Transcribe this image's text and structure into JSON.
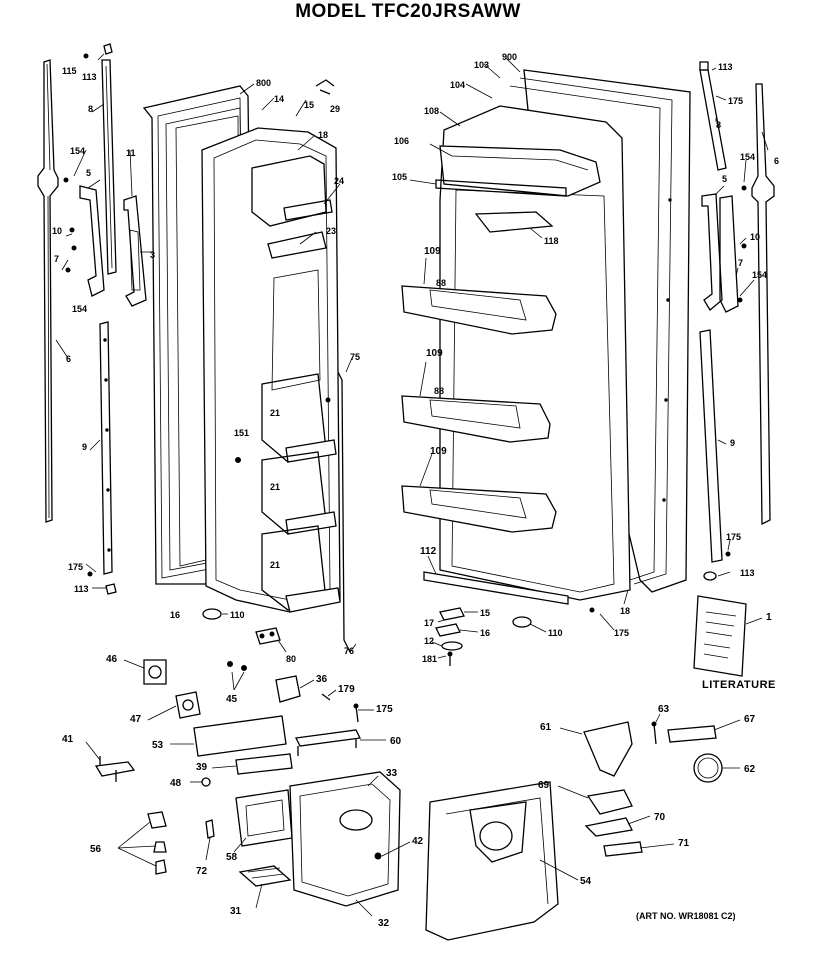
{
  "diagram": {
    "title": "MODEL TFC20JRSAWW",
    "art_number": "(ART NO. WR18081 C2)",
    "literature_label": "LITERATURE",
    "callouts": [
      {
        "id": "c-115-l",
        "text": "115"
      },
      {
        "id": "c-113-l",
        "text": "113"
      },
      {
        "id": "c-8-l",
        "text": "8"
      },
      {
        "id": "c-154-l1",
        "text": "154"
      },
      {
        "id": "c-5-l",
        "text": "5"
      },
      {
        "id": "c-11",
        "text": "11"
      },
      {
        "id": "c-10-l",
        "text": "10"
      },
      {
        "id": "c-3",
        "text": "3"
      },
      {
        "id": "c-7-l",
        "text": "7"
      },
      {
        "id": "c-154-l2",
        "text": "154"
      },
      {
        "id": "c-6-l",
        "text": "6"
      },
      {
        "id": "c-9-l",
        "text": "9"
      },
      {
        "id": "c-175-l",
        "text": "175"
      },
      {
        "id": "c-113-l2",
        "text": "113"
      },
      {
        "id": "c-800",
        "text": "800"
      },
      {
        "id": "c-14",
        "text": "14"
      },
      {
        "id": "c-15",
        "text": "15"
      },
      {
        "id": "c-29",
        "text": "29"
      },
      {
        "id": "c-18-l",
        "text": "18"
      },
      {
        "id": "c-24",
        "text": "24"
      },
      {
        "id": "c-23",
        "text": "23"
      },
      {
        "id": "c-75",
        "text": "75"
      },
      {
        "id": "c-151",
        "text": "151"
      },
      {
        "id": "c-21a",
        "text": "21"
      },
      {
        "id": "c-21b",
        "text": "21"
      },
      {
        "id": "c-21c",
        "text": "21"
      },
      {
        "id": "c-16-l",
        "text": "16"
      },
      {
        "id": "c-110-l",
        "text": "110"
      },
      {
        "id": "c-80",
        "text": "80"
      },
      {
        "id": "c-76",
        "text": "76"
      },
      {
        "id": "c-103",
        "text": "103"
      },
      {
        "id": "c-900",
        "text": "900"
      },
      {
        "id": "c-104",
        "text": "104"
      },
      {
        "id": "c-108",
        "text": "108"
      },
      {
        "id": "c-106",
        "text": "106"
      },
      {
        "id": "c-105",
        "text": "105"
      },
      {
        "id": "c-118",
        "text": "118"
      },
      {
        "id": "c-109a",
        "text": "109"
      },
      {
        "id": "c-88a",
        "text": "88"
      },
      {
        "id": "c-109b",
        "text": "109"
      },
      {
        "id": "c-88b",
        "text": "88"
      },
      {
        "id": "c-109c",
        "text": "109"
      },
      {
        "id": "c-112",
        "text": "112"
      },
      {
        "id": "c-17",
        "text": "17"
      },
      {
        "id": "c-15-r",
        "text": "15"
      },
      {
        "id": "c-16-r",
        "text": "16"
      },
      {
        "id": "c-12",
        "text": "12"
      },
      {
        "id": "c-181",
        "text": "181"
      },
      {
        "id": "c-110-r",
        "text": "110"
      },
      {
        "id": "c-175-r",
        "text": "175"
      },
      {
        "id": "c-18-r",
        "text": "18"
      },
      {
        "id": "c-113-r",
        "text": "113"
      },
      {
        "id": "c-175-r2",
        "text": "175"
      },
      {
        "id": "c-8-r",
        "text": "8"
      },
      {
        "id": "c-6-r",
        "text": "6"
      },
      {
        "id": "c-154-r1",
        "text": "154"
      },
      {
        "id": "c-5-r",
        "text": "5"
      },
      {
        "id": "c-10-r",
        "text": "10"
      },
      {
        "id": "c-7-r",
        "text": "7"
      },
      {
        "id": "c-154-r2",
        "text": "154"
      },
      {
        "id": "c-9-r",
        "text": "9"
      },
      {
        "id": "c-175-r3",
        "text": "175"
      },
      {
        "id": "c-113-r3",
        "text": "113"
      },
      {
        "id": "c-1",
        "text": "1"
      },
      {
        "id": "c-46",
        "text": "46"
      },
      {
        "id": "c-45",
        "text": "45"
      },
      {
        "id": "c-36",
        "text": "36"
      },
      {
        "id": "c-179",
        "text": "179"
      },
      {
        "id": "c-47",
        "text": "47"
      },
      {
        "id": "c-175-b",
        "text": "175"
      },
      {
        "id": "c-41",
        "text": "41"
      },
      {
        "id": "c-53",
        "text": "53"
      },
      {
        "id": "c-60",
        "text": "60"
      },
      {
        "id": "c-39",
        "text": "39"
      },
      {
        "id": "c-33",
        "text": "33"
      },
      {
        "id": "c-48",
        "text": "48"
      },
      {
        "id": "c-56a",
        "text": "56"
      },
      {
        "id": "c-58",
        "text": "58"
      },
      {
        "id": "c-72",
        "text": "72"
      },
      {
        "id": "c-42",
        "text": "42"
      },
      {
        "id": "c-31",
        "text": "31"
      },
      {
        "id": "c-32",
        "text": "32"
      },
      {
        "id": "c-54",
        "text": "54"
      },
      {
        "id": "c-61",
        "text": "61"
      },
      {
        "id": "c-63",
        "text": "63"
      },
      {
        "id": "c-67",
        "text": "67"
      },
      {
        "id": "c-62",
        "text": "62"
      },
      {
        "id": "c-69",
        "text": "69"
      },
      {
        "id": "c-70",
        "text": "70"
      },
      {
        "id": "c-71",
        "text": "71"
      }
    ]
  }
}
